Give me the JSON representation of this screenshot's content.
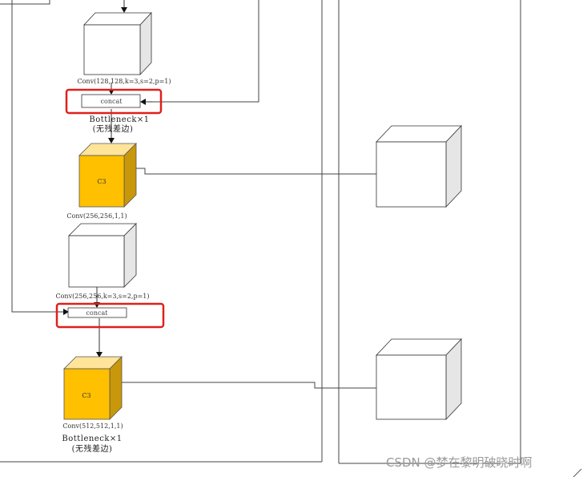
{
  "diagram": {
    "blocks": [
      {
        "id": "conv1",
        "label": "Conv(128,128,k=3,s=2,p=1)"
      },
      {
        "id": "concat1",
        "label": "concat"
      },
      {
        "id": "caption1",
        "line1": "Bottleneck×1",
        "line2": "(无残差边)"
      },
      {
        "id": "c3a",
        "label": "C3",
        "sublabel": "Conv(256,256,1,1)"
      },
      {
        "id": "conv2",
        "label": "Conv(256,256,k=3,s=2,p=1)"
      },
      {
        "id": "concat2",
        "label": "concat"
      },
      {
        "id": "c3b",
        "label": "C3",
        "sublabel": "Conv(512,512,1,1)"
      },
      {
        "id": "caption2",
        "line1": "Bottleneck×1",
        "line2": "(无残差边)"
      }
    ],
    "colors": {
      "c3_front": "#FFC000",
      "c3_top": "#FFE49A",
      "c3_side": "#C9970A",
      "box_front": "#FFFFFF",
      "box_side": "#E6E6E6",
      "highlight": "#E0201B",
      "line": "#333333"
    }
  },
  "watermark": "CSDN @梦在黎明破晓时啊"
}
